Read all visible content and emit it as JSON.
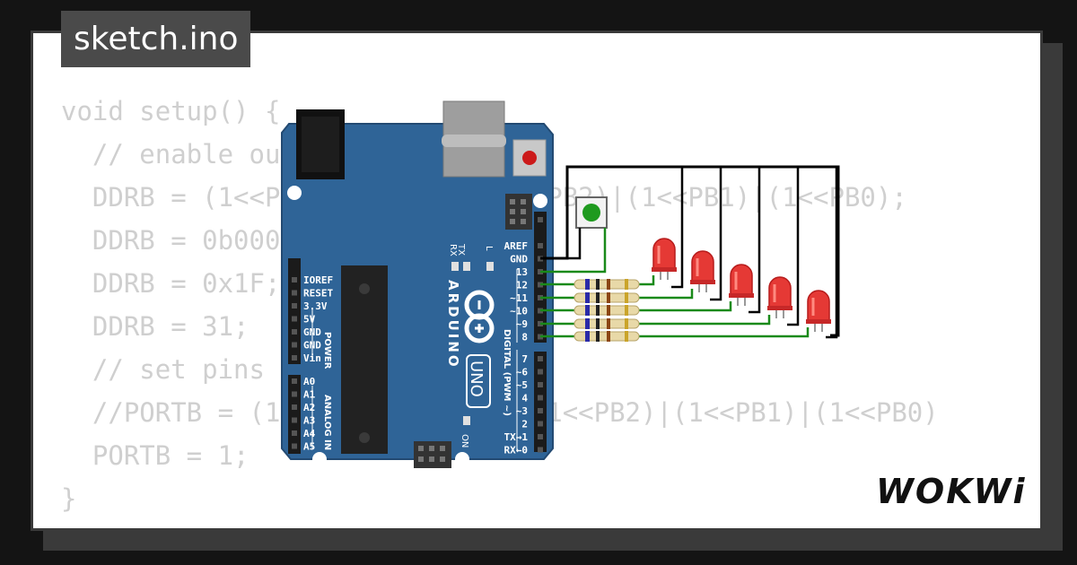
{
  "header": {
    "filename": "sketch.ino"
  },
  "code": {
    "lines": [
      "void setup() {",
      "  // enable output",
      "  DDRB = (1<<PB4)|(1<<PB3)|(1<<PB2)|(1<<PB1)|(1<<PB0);",
      "  DDRB = 0b00011111;",
      "  DDRB = 0x1F;",
      "  DDRB = 31;",
      "  // set pins",
      "  //PORTB = (1<<PB4)|(1<<PB3)|(1<<PB2)|(1<<PB1)|(1<<PB0)",
      "  PORTB = 1;",
      "}"
    ]
  },
  "board": {
    "brand": "ARDUINO",
    "model": "UNO",
    "led_labels": {
      "tx": "TX",
      "rx": "RX",
      "l": "L",
      "on": "ON"
    },
    "power_labels": [
      "IOREF",
      "RESET",
      "3.3V",
      "5V",
      "GND",
      "GND",
      "Vin"
    ],
    "power_title": "POWER",
    "analog_labels": [
      "A0",
      "A1",
      "A2",
      "A3",
      "A4",
      "A5"
    ],
    "analog_title": "ANALOG IN",
    "digital_top_labels": [
      "AREF",
      "GND",
      "13",
      "12",
      "~11",
      "~10",
      "~9",
      "8"
    ],
    "digital_bottom_labels": [
      "7",
      "~6",
      "~5",
      "4",
      "~3",
      "2",
      "TX→1",
      "RX←0"
    ],
    "digital_title": "DIGITAL (PWM ~)"
  },
  "colors": {
    "board": "#2f6497",
    "wire_signal": "#1a8a1a",
    "wire_ground": "#000000",
    "led": "#e53935",
    "button": "#1e9a1e",
    "code_text": "#cfcfcf"
  },
  "logo": {
    "text": "WOKWi"
  }
}
